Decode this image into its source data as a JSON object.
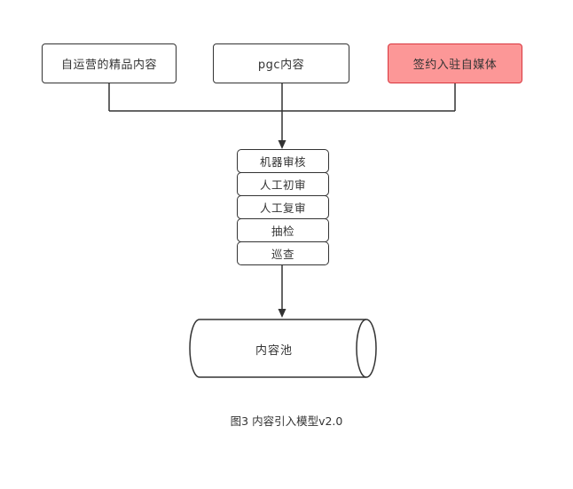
{
  "diagram": {
    "sources": {
      "self_operated": {
        "label": "自运营的精品内容"
      },
      "pgc": {
        "label": "pgc内容"
      },
      "signed_media": {
        "label": "签约入驻自媒体"
      }
    },
    "review_steps": [
      {
        "label": "机器审核"
      },
      {
        "label": "人工初审"
      },
      {
        "label": "人工复审"
      },
      {
        "label": "抽检"
      },
      {
        "label": "巡查"
      }
    ],
    "pool": {
      "label": "内容池"
    },
    "caption": "图3 内容引入模型v2.0",
    "colors": {
      "node_border": "#333333",
      "line": "#333333",
      "highlight_fill": "#fc9797",
      "highlight_border": "#d9363e",
      "text": "#333333"
    }
  }
}
